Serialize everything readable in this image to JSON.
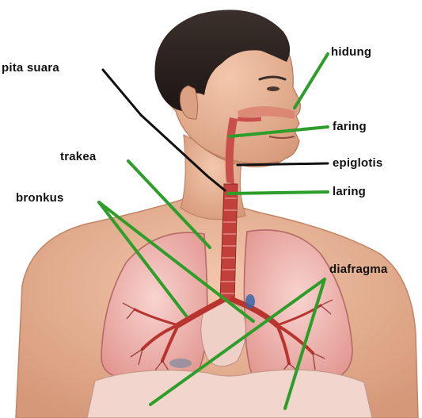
{
  "labels": {
    "pita_suara": "pita suara",
    "hidung": "hidung",
    "faring": "faring",
    "trakea": "trakea",
    "epiglotis": "epiglotis",
    "bronkus": "bronkus",
    "laring": "laring",
    "diafragma": "diafragma"
  },
  "colors": {
    "leader_green": "#2e9e2a",
    "leader_black": "#111111",
    "skin": "#e9b497",
    "skin_shadow": "#c98a6b",
    "hair": "#2a2220",
    "lung": "#f0b7b2",
    "lung_edge": "#b46a67",
    "airway": "#b83a3a",
    "diaphragm": "#f4d8cf",
    "label_text": "#111111"
  }
}
